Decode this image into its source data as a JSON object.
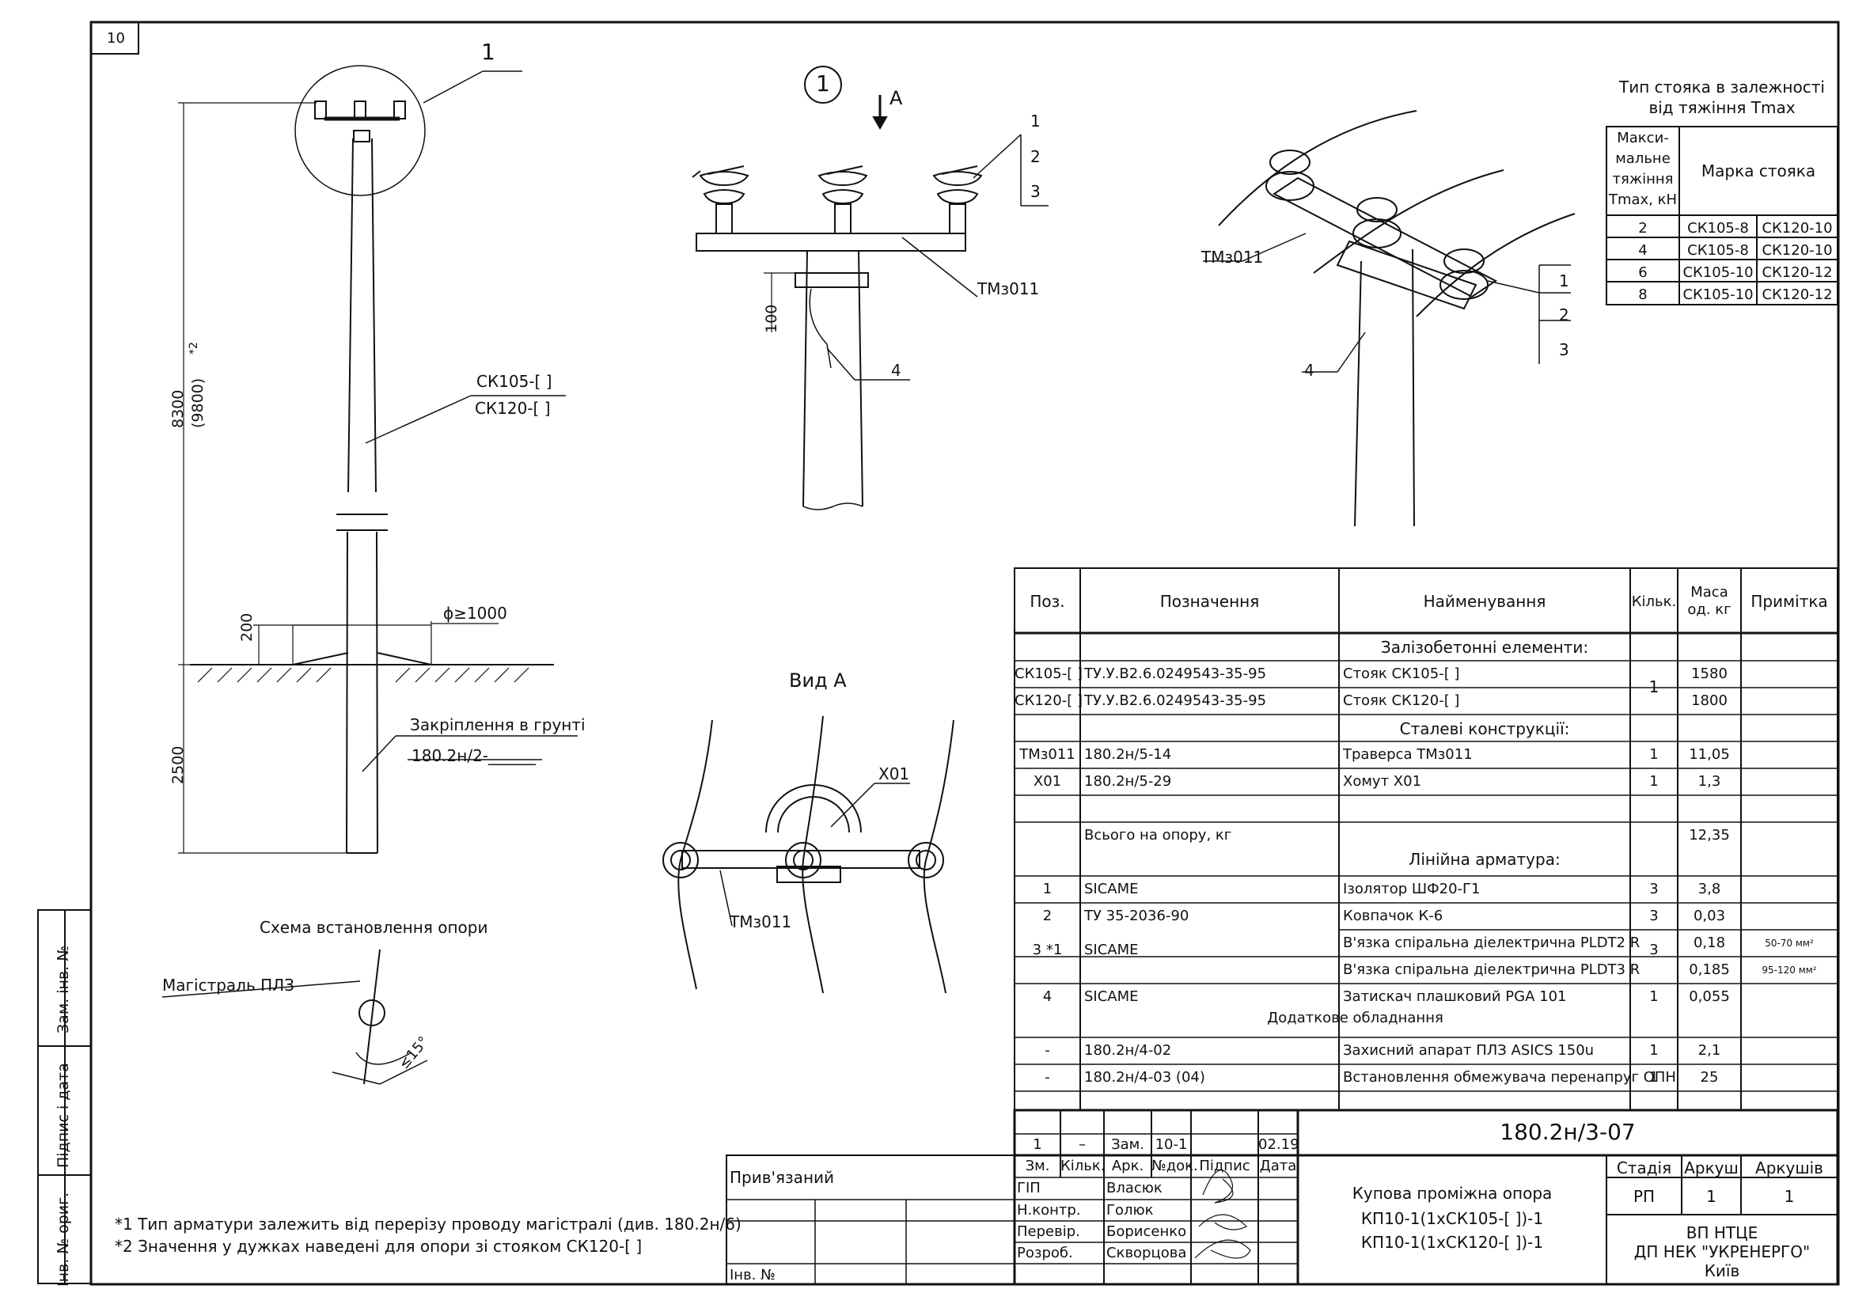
{
  "sheet_number": "10",
  "callout_1": "1",
  "view_arrow": "A",
  "elevation": {
    "height": "8300",
    "height_alt": "(9800)",
    "height_note": "*2",
    "pole_mark_1": "СК105-[   ]",
    "pole_mark_2": "СК120-[   ]",
    "dim_200": "200",
    "diameter": "ϕ≥1000",
    "depth": "2500",
    "fixing_label": "Закріплення в грунті",
    "fixing_ref": "180.2н/2-______"
  },
  "detail": {
    "labels": [
      "1",
      "2",
      "3"
    ],
    "traverse": "ТМз011",
    "dim_100": "100",
    "label_4": "4"
  },
  "view_a": {
    "title": "Вид А",
    "clamp": "Х01",
    "traverse": "ТМз011"
  },
  "iso": {
    "traverse": "ТМз011",
    "labels": [
      "1",
      "2",
      "3"
    ],
    "label_4": "4"
  },
  "scheme": {
    "title": "Схема встановлення опори",
    "line_label": "Магістраль ПЛЗ",
    "angle": "≤15°"
  },
  "type_table": {
    "title_1": "Тип стояка в залежності",
    "title_2": "від тяжіння Тmax",
    "col1_header": [
      "Макси-",
      "мальне",
      "тяжіння",
      "Тmax, кН"
    ],
    "col2_header": "Марка стояка",
    "rows": [
      {
        "t": "2",
        "a": "СК105-8",
        "b": "СК120-10"
      },
      {
        "t": "4",
        "a": "СК105-8",
        "b": "СК120-10"
      },
      {
        "t": "6",
        "a": "СК105-10",
        "b": "СК120-12"
      },
      {
        "t": "8",
        "a": "СК105-10",
        "b": "СК120-12"
      }
    ]
  },
  "spec": {
    "headers": {
      "pos": "Поз.",
      "designation": "Позначення",
      "name": "Найменування",
      "qty": "Кільк.",
      "mass": "Маса од. кг",
      "note": "Примітка"
    },
    "rows": [
      {
        "pos": "",
        "des": "",
        "name": "Залізобетонні елементи:",
        "qty": "",
        "mass": "",
        "note": "",
        "section": true
      },
      {
        "pos": "СК105-[  ]",
        "des": "ТУ.У.В2.6.0249543-35-95",
        "name": "Стояк СК105-[        ]",
        "qty": "",
        "mass": "1580",
        "note": ""
      },
      {
        "pos": "СК120-[  ]",
        "des": "ТУ.У.В2.6.0249543-35-95",
        "name": "Стояк СК120-[        ]",
        "qty": "",
        "mass": "1800",
        "note": ""
      },
      {
        "pos": "",
        "des": "",
        "name": "Сталеві конструкції:",
        "qty": "",
        "mass": "",
        "note": "",
        "section": true
      },
      {
        "pos": "ТМз011",
        "des": "180.2н/5-14",
        "name": "Траверса ТМз011",
        "qty": "1",
        "mass": "11,05",
        "note": ""
      },
      {
        "pos": "Х01",
        "des": "180.2н/5-29",
        "name": "Хомут Х01",
        "qty": "1",
        "mass": "1,3",
        "note": ""
      },
      {
        "pos": "",
        "des": "",
        "name": "",
        "qty": "",
        "mass": "",
        "note": ""
      },
      {
        "pos": "",
        "des": "Всього на опору, кг",
        "name": "",
        "qty": "",
        "mass": "12,35",
        "note": ""
      },
      {
        "pos": "1",
        "des": "SICAME",
        "name": "Ізолятор ШФ20-Г1",
        "qty": "3",
        "mass": "3,8",
        "note": ""
      },
      {
        "pos": "2",
        "des": "ТУ 35-2036-90",
        "name": "Ковпачок К-6",
        "qty": "3",
        "mass": "0,03",
        "note": ""
      },
      {
        "pos": "",
        "des": "",
        "name": "В'язка спіральна діелектрична PLDT2 R",
        "qty": "",
        "mass": "0,18",
        "note": "50-70 мм²"
      },
      {
        "pos": "",
        "des": "",
        "name": "В'язка спіральна діелектрична PLDT3 R",
        "qty": "",
        "mass": "0,185",
        "note": "95-120 мм²"
      },
      {
        "pos": "4",
        "des": "SICAME",
        "name": "Затискач плашковий PGA 101",
        "qty": "1",
        "mass": "0,055",
        "note": ""
      },
      {
        "pos": "",
        "des": "",
        "name": "",
        "qty": "",
        "mass": "",
        "note": ""
      },
      {
        "pos": "-",
        "des": "180.2н/4-02",
        "name": "Захисний апарат ПЛЗ ASICS 150u",
        "qty": "1",
        "mass": "2,1",
        "note": ""
      },
      {
        "pos": "-",
        "des": "180.2н/4-03 (04)",
        "name": "Встановлення обмежувача перенапруг ОПН",
        "qty": "1",
        "mass": "25",
        "note": ""
      },
      {
        "pos": "",
        "des": "",
        "name": "",
        "qty": "",
        "mass": "",
        "note": ""
      }
    ],
    "merged_qty_1": "1",
    "linear_fittings": "Лінійна арматура:",
    "pos_3": "3 *1",
    "des_3": "SICAME",
    "qty_3": "3",
    "extra_equipment": "Додаткове обладнання"
  },
  "title_block": {
    "code": "180.2н/3-07",
    "rev": [
      "1",
      "–",
      "Зам.",
      "10-1",
      "",
      "02.19"
    ],
    "rev_headers": [
      "Зм.",
      "Кільк.",
      "Арк.",
      "№док.",
      "Підпис",
      "Дата"
    ],
    "roles": [
      {
        "role": "ГІП",
        "name": "Власюк"
      },
      {
        "role": "Н.контр.",
        "name": "Голюк"
      },
      {
        "role": "Перевір.",
        "name": "Борисенко"
      },
      {
        "role": "Розроб.",
        "name": "Скворцова"
      }
    ],
    "title_lines": [
      "Купова проміжна опора",
      "КП10-1(1хСК105-[  ])-1",
      "КП10-1(1хСК120-[  ])-1"
    ],
    "stage_headers": [
      "Стадія",
      "Аркуш",
      "Аркушів"
    ],
    "stage_values": [
      "РП",
      "1",
      "1"
    ],
    "org_lines": [
      "ВП НТЦЕ",
      "ДП НЕК \"УКРЕНЕРГО\"",
      "Київ"
    ],
    "attached": "Прив'язаний",
    "inv": "Інв. №"
  },
  "side_stamp": [
    "Зам. інв. №",
    "Підпис і дата",
    "Інв. № ориг."
  ],
  "footnotes": [
    "*1 Тип арматури залежить від перерізу проводу магістралі (див. 180.2н/6)",
    "*2 Значення у дужках наведені для опори зі стояком СК120-[  ]"
  ]
}
